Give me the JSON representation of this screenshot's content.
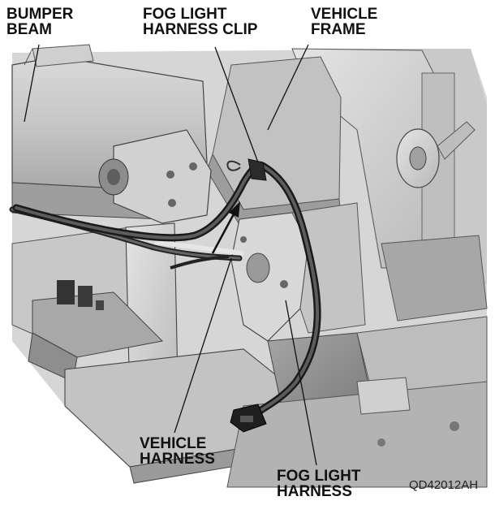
{
  "labels": {
    "bumper_beam": [
      "BUMPER",
      "BEAM"
    ],
    "fog_light_harness_clip": [
      "FOG LIGHT",
      "HARNESS CLIP"
    ],
    "vehicle_frame": [
      "VEHICLE",
      "FRAME"
    ],
    "vehicle_harness": [
      "VEHICLE",
      "HARNESS"
    ],
    "fog_light_harness": [
      "FOG LIGHT",
      "HARNESS"
    ]
  },
  "figure_code": "QD42012AH"
}
